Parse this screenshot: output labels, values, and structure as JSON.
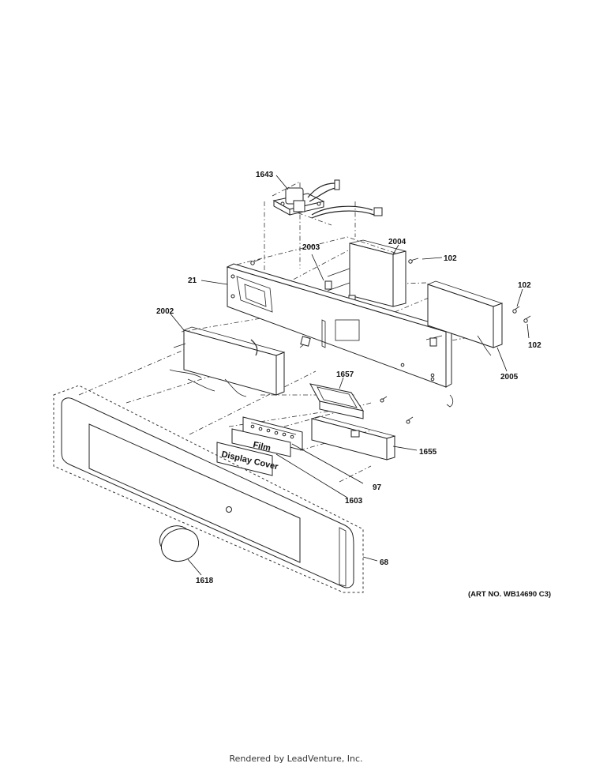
{
  "labels": {
    "p1643": "1643",
    "p2003": "2003",
    "p2004": "2004",
    "p102a": "102",
    "p21": "21",
    "p102b": "102",
    "p102c": "102",
    "p2002": "2002",
    "p2005": "2005",
    "p1657": "1657",
    "p1655": "1655",
    "p97": "97",
    "p1603": "1603",
    "p68": "68",
    "p1618": "1618"
  },
  "part_text": {
    "film": "Film",
    "display_cover": "Display Cover"
  },
  "art_number": "(ART NO. WB14690 C3)",
  "footer": "Rendered by LeadVenture, Inc."
}
